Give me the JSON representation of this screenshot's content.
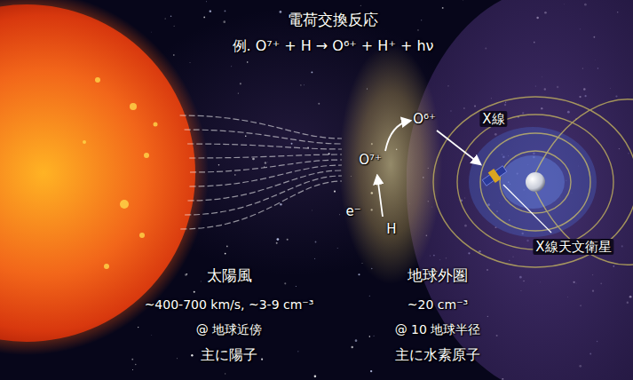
{
  "diagram": {
    "title": "電荷交換反応",
    "labels": [
      "例. O⁷⁺ + H → O⁶⁺ + H⁺ + hν",
      "O⁶⁺",
      "X線",
      "O⁷⁺",
      "e⁻",
      "H",
      "X線天文衛星",
      "太陽風",
      "~400-700 km/s, ~3-9 cm⁻³",
      "地球外圏",
      "~20 cm⁻³",
      "@ 地球近傍",
      "@ 10 地球半径",
      "主に陽子",
      "主に水素原子"
    ]
  }
}
